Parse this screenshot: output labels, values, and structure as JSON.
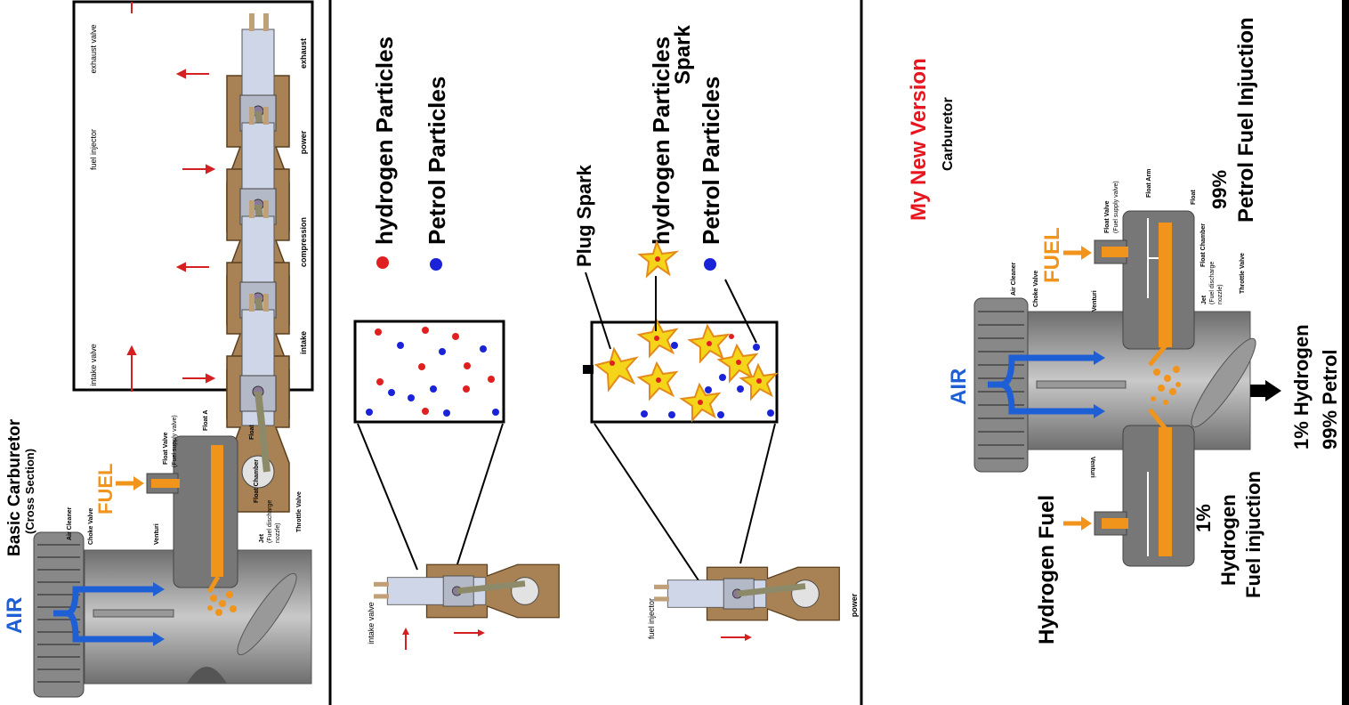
{
  "panel1": {
    "title_line1": "Basic Carburetor",
    "title_line2": "(Cross Section)",
    "air": "AIR",
    "fuel": "FUEL",
    "labels": {
      "air_cleaner": "Air Cleaner",
      "choke_valve": "Choke Valve",
      "venturi": "Venturi",
      "float_valve": "Float Valve",
      "fuel_supply_valve": "(Fuel supply valve)",
      "float_arm": "Float A",
      "float": "Float",
      "float_chamber": "Float Chamber",
      "jet": "Jet",
      "jet_sub1": "(Fuel discharge",
      "jet_sub2": "nozzle)",
      "throttle_valve": "Throttle Valve"
    },
    "strokes": {
      "intake": "intake",
      "compression": "compression",
      "power": "power",
      "exhaust": "exhaust",
      "intake_valve": "intake valve",
      "fuel_injector": "fuel injector",
      "exhaust_valve": "exhaust valve"
    }
  },
  "panel2": {
    "legend_hydrogen": "hydrogen Particles",
    "legend_petrol": "Petrol Particles",
    "plug_spark": "Plug Spark",
    "legend2_hydrogen": "hydrogen Particles",
    "legend2_spark": "Spark",
    "legend2_petrol": "Petrol Particles",
    "intake_valve": "intake valve",
    "fuel_injector": "fuel injector",
    "power": "power"
  },
  "panel3": {
    "title": "My New Version",
    "subtitle": "Carburetor",
    "fuel": "FUEL",
    "air": "AIR",
    "pct_petrol": "99%",
    "petrol_injection": "Petrol Fuel Injuction",
    "out_hydrogen": "1% Hydrogen",
    "out_petrol": "99% Petrol",
    "hydrogen_fuel": "Hydrogen Fuel",
    "pct_hydrogen": "1%",
    "hydrogen_word": "Hydrogen",
    "hydrogen_injection": "Fuel injuction",
    "labels": {
      "air_cleaner": "Air Cleaner",
      "choke_valve": "Choke Valve",
      "venturi": "Venturi",
      "float_valve": "Float Valve",
      "fuel_supply_valve": "(Fuel supply valve)",
      "float_arm": "Float Arm",
      "float": "Float",
      "float_chamber": "Float Chamber",
      "jet": "Jet",
      "jet_sub1": "(Fuel discharge",
      "jet_sub2": "nozzle)",
      "throttle_valve": "Throttle Valve",
      "venturi_mirror": "Venturi"
    }
  },
  "colors": {
    "air_blue": "#1f5fd6",
    "fuel_orange": "#f0941c",
    "title_red": "#e8141e",
    "hydrogen_red": "#e02020",
    "petrol_blue": "#1a23d8",
    "spark_yellow": "#f5d51a",
    "engine_brown": "#a88254",
    "body_gray": "#8a8a8a"
  }
}
